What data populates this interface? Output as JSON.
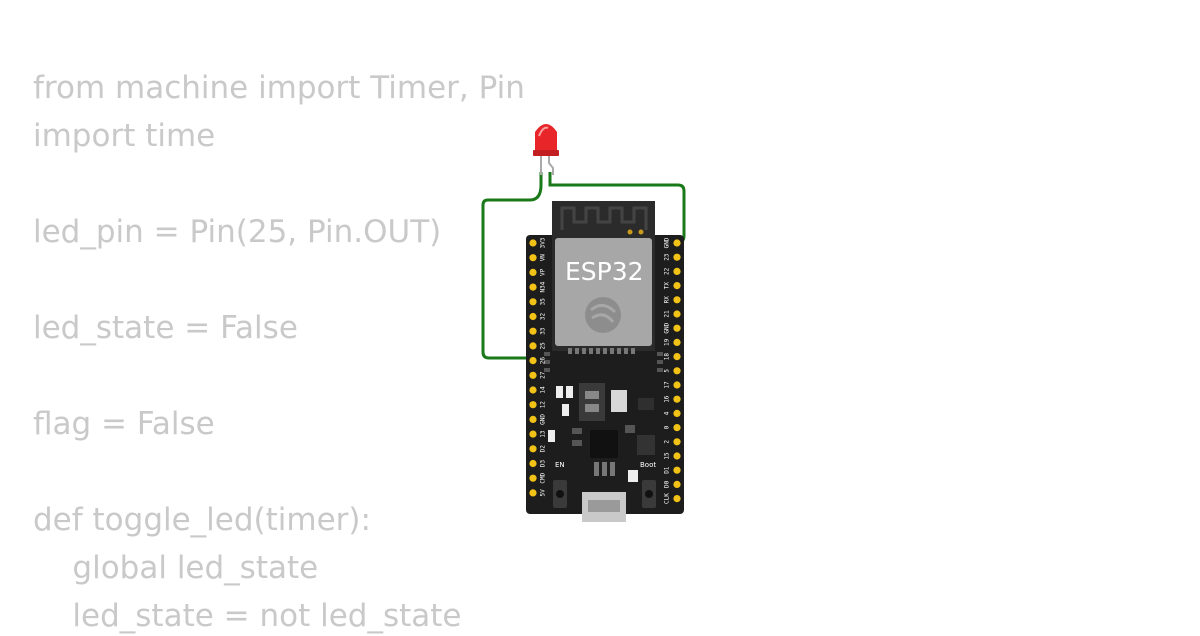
{
  "code": {
    "lines": [
      "from machine import Timer, Pin",
      "import time",
      "",
      "led_pin = Pin(25, Pin.OUT)",
      "",
      "led_state = False",
      "",
      "flag = False",
      "",
      "def toggle_led(timer):",
      "    global led_state",
      "    led_state = not led_state"
    ]
  },
  "board": {
    "chip_label": "ESP32",
    "left_pins": [
      "3V3",
      "VN",
      "VP",
      "N34",
      "35",
      "32",
      "33",
      "25",
      "26",
      "27",
      "14",
      "12",
      "GND",
      "13",
      "D2",
      "D3",
      "CMD",
      "5V"
    ],
    "right_pins": [
      "GND",
      "23",
      "22",
      "TX",
      "RX",
      "21",
      "GND",
      "19",
      "18",
      "5",
      "17",
      "16",
      "4",
      "0",
      "2",
      "15",
      "D1",
      "D0",
      "CLK"
    ],
    "button_en": "EN",
    "button_boot": "Boot"
  },
  "colors": {
    "wire": "#1a7a1a",
    "led": "#e8262a",
    "board": "#1d1d1d",
    "pin": "#f2c316",
    "code_text": "#c9c9c9"
  }
}
